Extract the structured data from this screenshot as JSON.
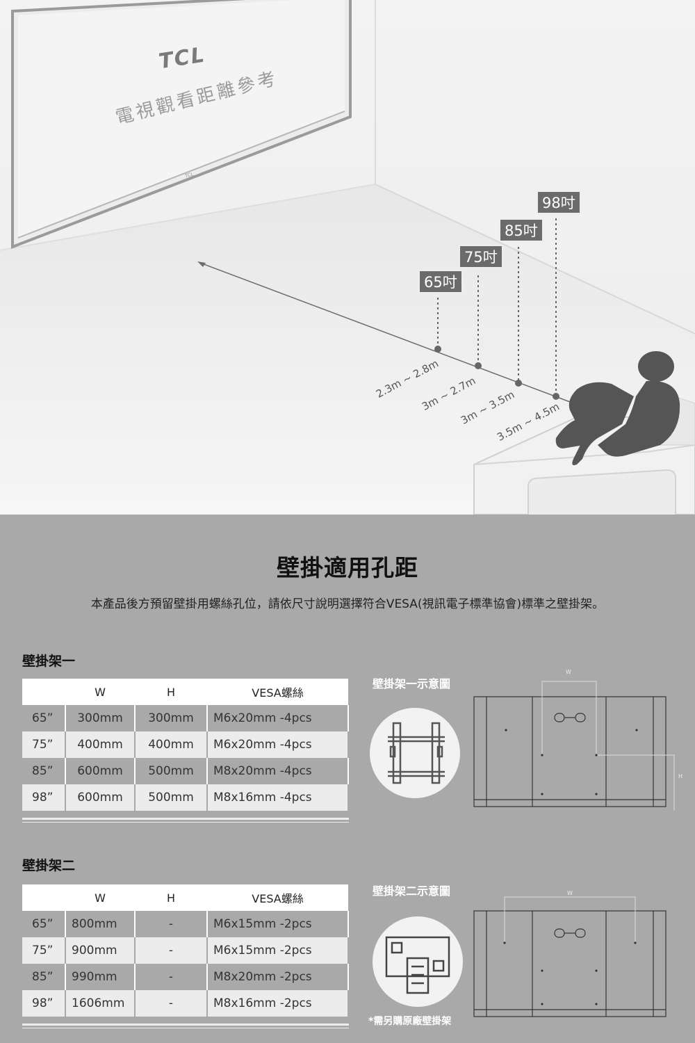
{
  "illustration": {
    "brand": "TCL",
    "tv_caption": "電視觀看距離參考",
    "bezel_logo": "TCL",
    "size_tags": [
      "65吋",
      "75吋",
      "85吋",
      "98吋"
    ],
    "distances": [
      "2.3m ~ 2.8m",
      "3m ~ 2.7m",
      "3m ~ 3.5m",
      "3.5m ~ 4.5m"
    ]
  },
  "spec": {
    "title": "壁掛適用孔距",
    "description": "本產品後方預留壁掛用螺絲孔位，請依尺寸說明選擇符合VESA(視訊電子標準協會)標準之壁掛架。",
    "bracket1": {
      "label": "壁掛架一",
      "headers": [
        "",
        "W",
        "H",
        "VESA螺絲"
      ],
      "rows": [
        [
          "65”",
          "300mm",
          "300mm",
          "M6x20mm -4pcs"
        ],
        [
          "75”",
          "400mm",
          "400mm",
          "M6x20mm -4pcs"
        ],
        [
          "85”",
          "600mm",
          "500mm",
          "M8x20mm -4pcs"
        ],
        [
          "98”",
          "600mm",
          "500mm",
          "M8x16mm -4pcs"
        ]
      ],
      "diagram_label": "壁掛架一示意圖",
      "dim_w": "W",
      "dim_h": "H"
    },
    "bracket2": {
      "label": "壁掛架二",
      "headers": [
        "",
        "W",
        "H",
        "VESA螺絲"
      ],
      "rows": [
        [
          "65”",
          "800mm",
          "-",
          "M6x15mm -2pcs"
        ],
        [
          "75”",
          "900mm",
          "-",
          "M6x15mm -2pcs"
        ],
        [
          "85”",
          "990mm",
          "-",
          "M8x20mm -2pcs"
        ],
        [
          "98”",
          "1606mm",
          "-",
          "M8x16mm -2pcs"
        ]
      ],
      "diagram_label": "壁掛架二示意圖",
      "dim_w": "W"
    },
    "note": "*需另購原廠壁掛架"
  }
}
